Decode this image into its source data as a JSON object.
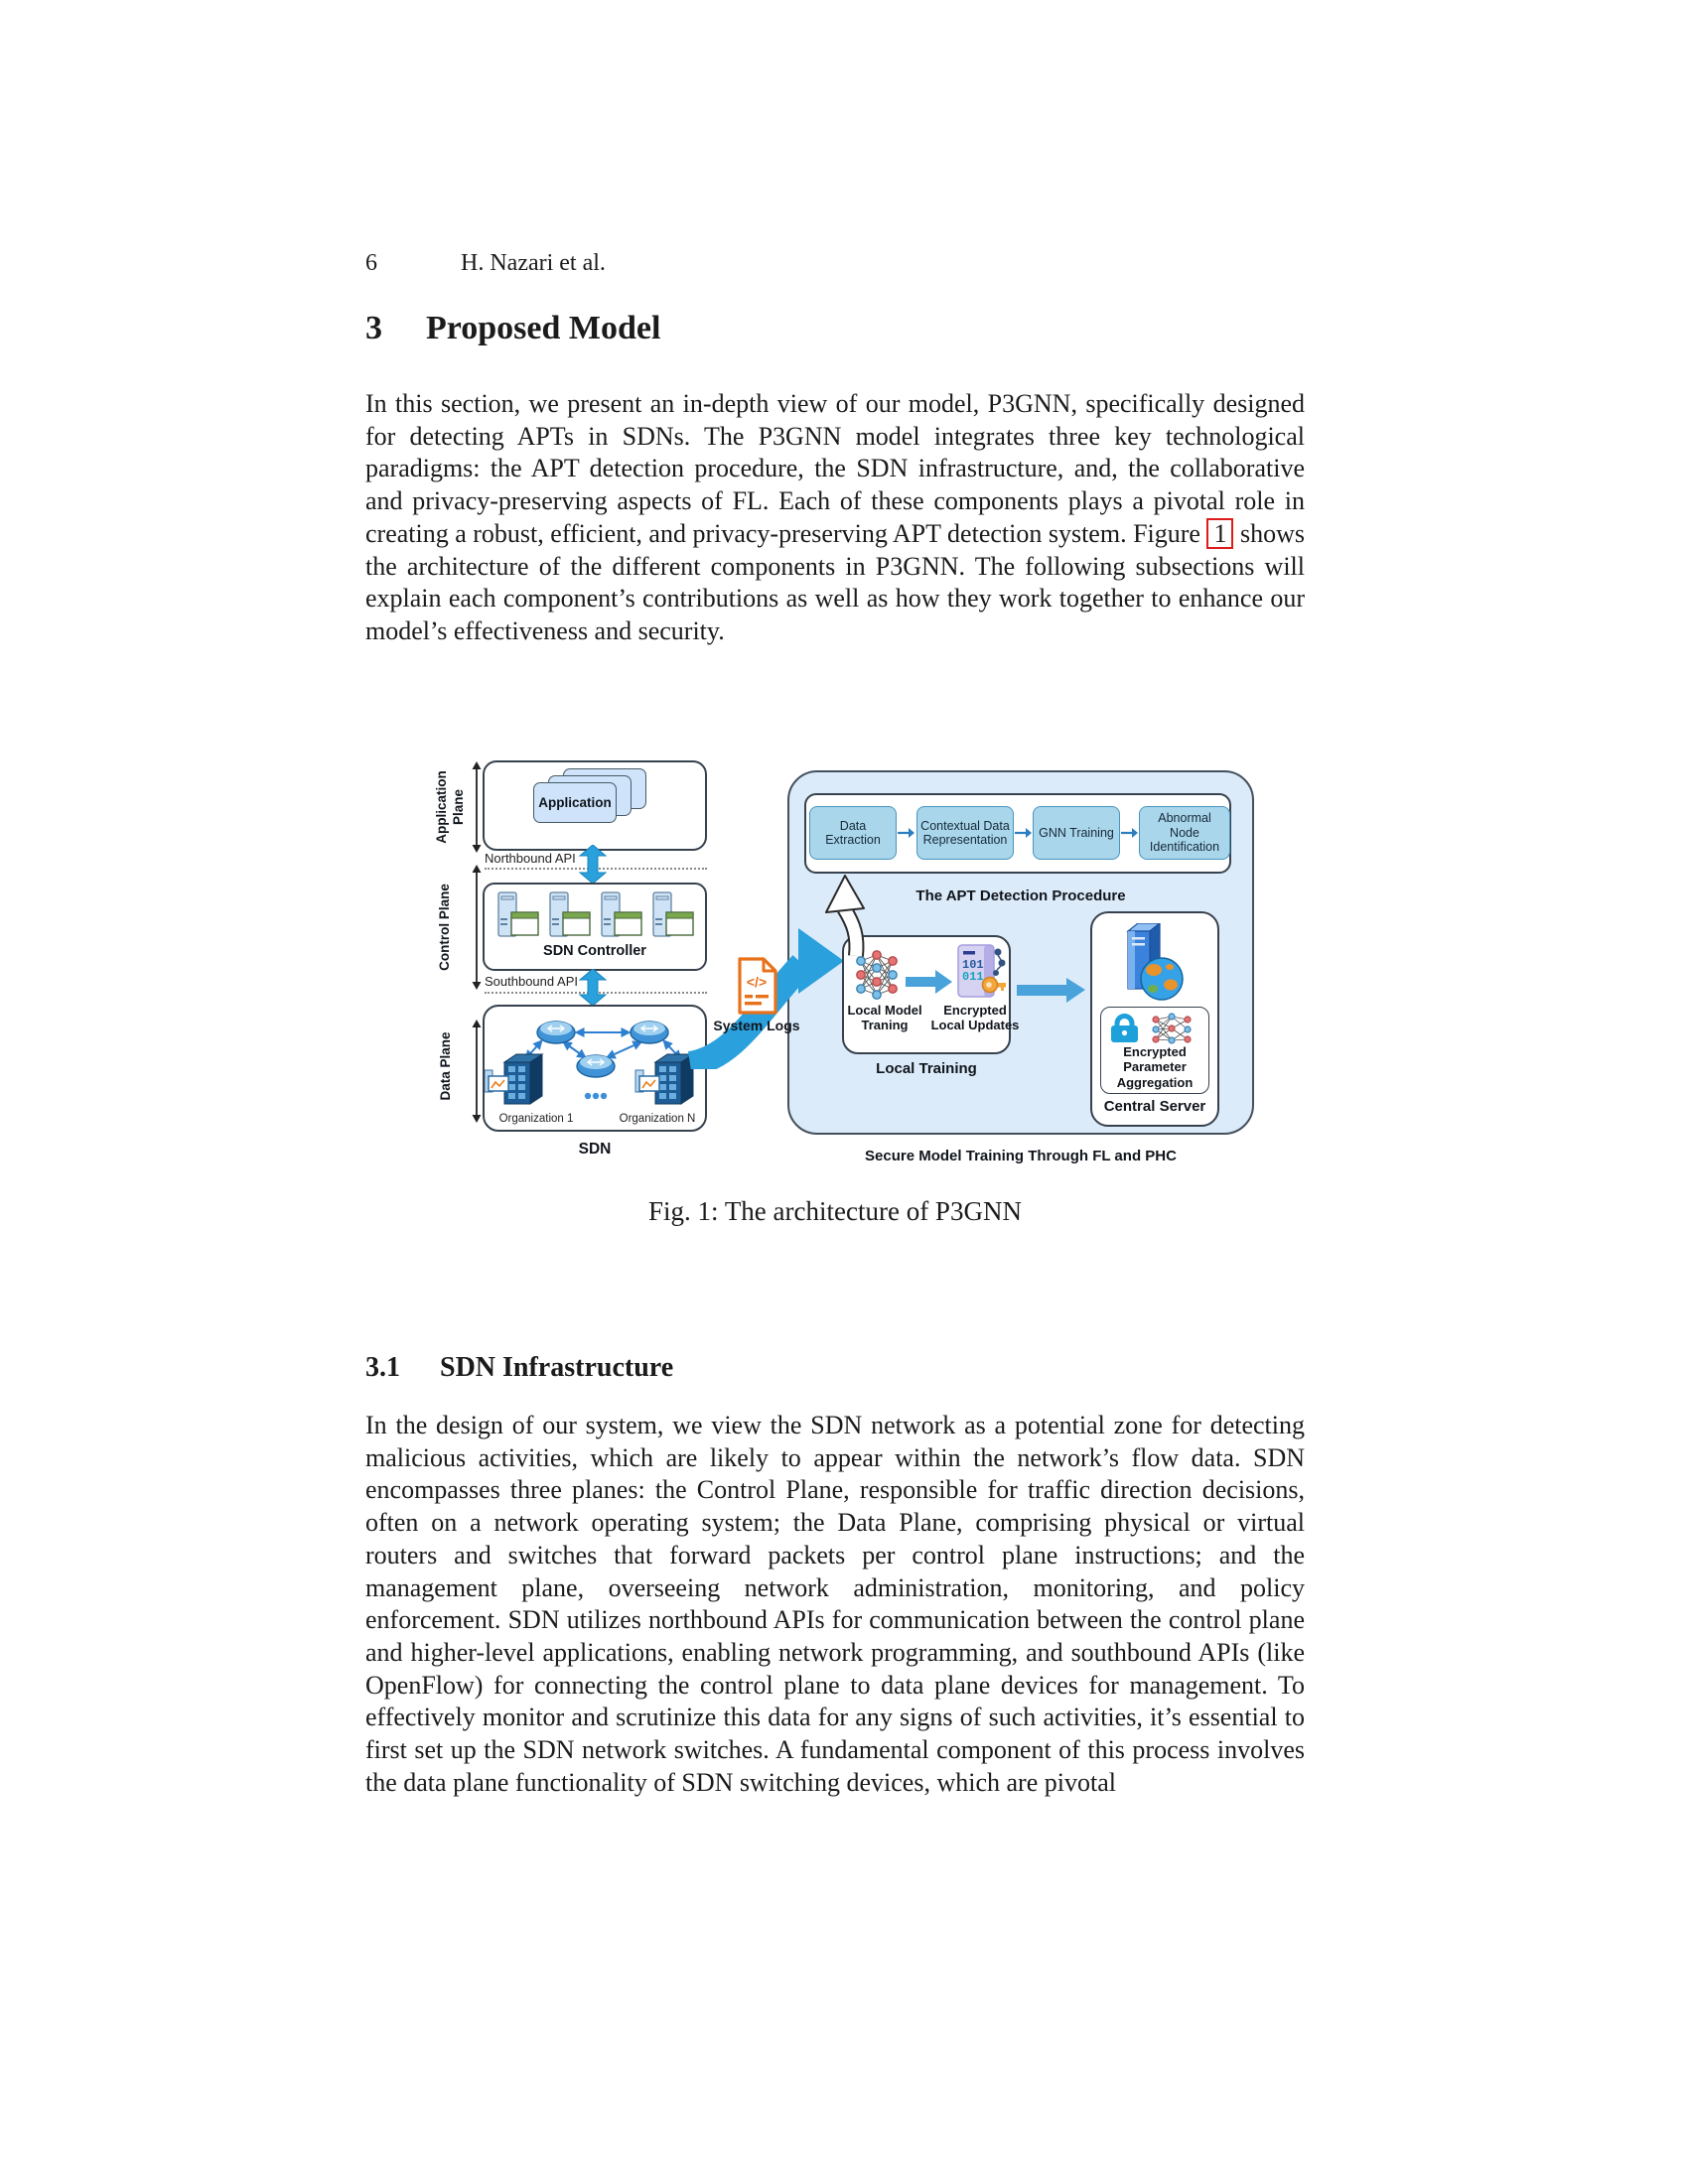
{
  "page": {
    "page_number": "6",
    "running_header": "H. Nazari et al.",
    "section": {
      "number": "3",
      "title": "Proposed Model"
    },
    "para1": {
      "before_ref": "In this section, we present an in-depth view of our model, P3GNN, specifically designed for detecting APTs in SDNs. The P3GNN model integrates three key technological paradigms: the APT detection procedure, the SDN infrastructure, and, the collaborative and privacy-preserving aspects of FL. Each of these components plays a pivotal role in creating a robust, efficient, and privacy-preserving APT detection system. Figure ",
      "figure_ref": "1",
      "after_ref": " shows the architecture of the different components in P3GNN. The following subsections will explain each component’s contributions as well as how they work together to enhance our model’s effectiveness and security."
    },
    "figure_caption": "Fig. 1: The architecture of P3GNN",
    "subsection": {
      "number": "3.1",
      "title": "SDN Infrastructure"
    },
    "para2": "In the design of our system, we view the SDN network as a potential zone for detecting malicious activities, which are likely to appear within the network’s flow data. SDN encompasses three planes: the Control Plane, responsible for traffic direction decisions, often on a network operating system; the Data Plane, comprising physical or virtual routers and switches that forward packets per control plane instructions; and the management plane, overseeing network administration, monitoring, and policy enforcement. SDN utilizes northbound APIs for communication between the control plane and higher-level applications, enabling network programming, and southbound APIs (like OpenFlow) for connecting the control plane to data plane devices for management. To effectively monitor and scrutinize this data for any signs of such activities, it’s essential to first set up the SDN network switches. A fundamental component of this process involves the data plane functionality of SDN switching devices, which are pivotal"
  },
  "figure": {
    "planes": {
      "application": {
        "label": "Application Plane",
        "app_card": "Application"
      },
      "control": {
        "label": "Control Plane",
        "controller": "SDN Controller"
      },
      "data": {
        "label": "Data Plane",
        "org1": "Organization 1",
        "orgN": "Organization N",
        "sdn_label": "SDN"
      }
    },
    "apis": {
      "north": "Northbound API",
      "south": "Southbound API"
    },
    "system_logs": "System Logs",
    "system_logs_glyph": "</>",
    "apt": {
      "steps": [
        "Data Extraction",
        "Contextual Data Representation",
        "GNN Training",
        "Abnormal Node Identification"
      ],
      "label": "The APT Detection Procedure"
    },
    "local": {
      "model": "Local Model Traning",
      "updates": "Encrypted Local Updates",
      "binary1": "101",
      "binary2": "011",
      "label": "Local Training"
    },
    "central": {
      "aggregation": "Encrypted Parameter Aggregation",
      "label": "Central Server"
    },
    "secure_label": "Secure Model Training Through FL and PHC",
    "colors": {
      "container_fill": "#dcebf9",
      "apt_step_fill": "#a9d6ea",
      "arrow_blue": "#2aa0dc",
      "block_arrow_blue": "#49a2da",
      "syslog_orange": "#e8711a",
      "figref_red": "#e01b1b",
      "lock_blue": "#1ea0da",
      "key_orange": "#f3a63a"
    }
  }
}
